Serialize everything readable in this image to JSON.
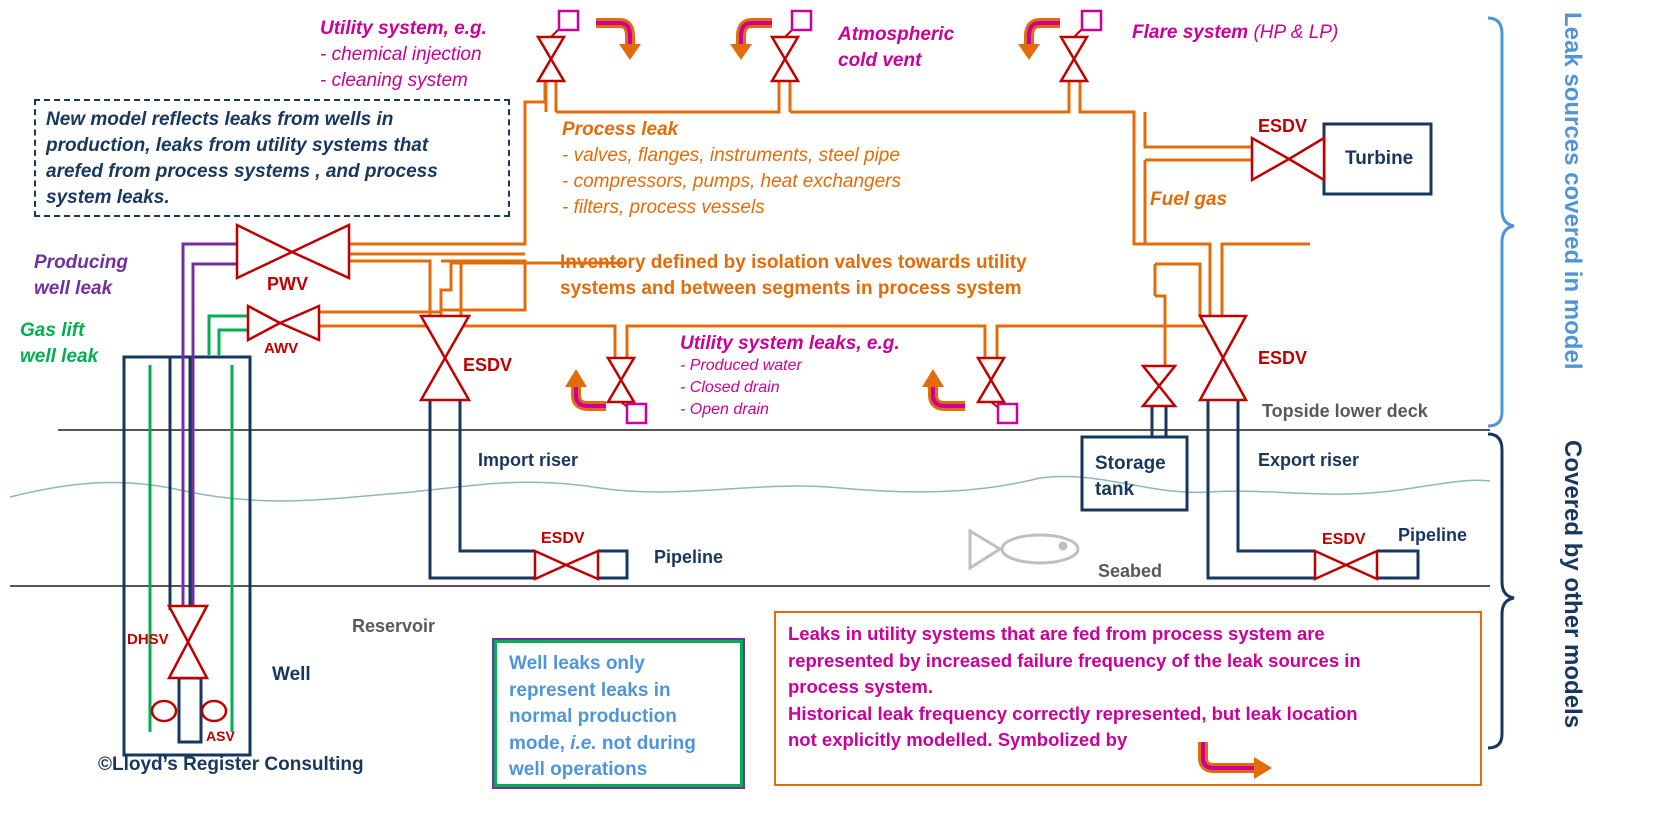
{
  "colors": {
    "process_pipe": "#e36c0a",
    "riser_pipe": "#17375e",
    "valve": "#c00000",
    "utility_text": "#cc0099",
    "producing_well": "#7030a0",
    "gas_lift": "#00b050",
    "brace_upper": "#4f95d8",
    "brace_lower": "#17375e"
  },
  "utility_top": {
    "title": "Utility system, e.g.",
    "items": [
      "- chemical  injection",
      "- cleaning  system"
    ]
  },
  "atmospheric_vent": {
    "line1": "Atmospheric",
    "line2": "cold vent"
  },
  "flare": {
    "title": "Flare system",
    "suffix": "(HP & LP)"
  },
  "note_box": {
    "line1": "New model reflects leaks from wells in",
    "line2": "production, leaks from utility systems that",
    "line3": "arefed from process systems , and process",
    "line4": "system leaks."
  },
  "process_leak": {
    "title": "Process leak",
    "items": [
      "- valves,  flanges,  instruments,  steel pipe",
      "- compressors,  pumps,  heat exchangers",
      "- filters,  process vessels"
    ]
  },
  "inventory": {
    "line1": "Inventory  defined  by isolation  valves towards utility",
    "line2": "systems and between segments in process system"
  },
  "utility_leaks": {
    "title": "Utility system leaks, e.g.",
    "items": [
      "- Produced water",
      "- Closed drain",
      "- Open drain"
    ]
  },
  "valves": {
    "esdv_turbine": "ESDV",
    "pwv": "PWV",
    "awv": "AWV",
    "esdv_import": "ESDV",
    "esdv_export": "ESDV",
    "esdv_pipeline_left": "ESDV",
    "esdv_pipeline_right": "ESDV",
    "dhsv": "DHSV",
    "asv": "ASV"
  },
  "turbine": "Turbine",
  "fuel_gas": "Fuel gas",
  "producing_well_leak": {
    "line1": "Producing",
    "line2": "well leak"
  },
  "gas_lift_leak": {
    "line1": "Gas lift",
    "line2": "well leak"
  },
  "topside_lower_deck": "Topside lower deck",
  "import_riser": "Import riser",
  "export_riser": "Export riser",
  "storage_tank": {
    "line1": "Storage",
    "line2": "tank"
  },
  "pipeline_left": "Pipeline",
  "pipeline_right": "Pipeline",
  "seabed": "Seabed",
  "reservoir": "Reservoir",
  "well": "Well",
  "copyright": "©Lloyd’s Register  Consulting",
  "well_leaks_box": {
    "line1": "Well  leaks only",
    "line2": "represent leaks in",
    "line3": "normal production",
    "line4_pre": "mode, ",
    "line4_em": "i.e.",
    "line4_post": " not during",
    "line5": "well operations"
  },
  "utility_explain_box": {
    "line1": "Leaks in  utility  systems that are fed from process system are",
    "line2": "represented by increased failure  frequency of the leak sources  in",
    "line3": "process system.",
    "line4": "Historical  leak frequency correctly represented, but leak location",
    "line5": "not explicitly  modelled.  Symbolized  by"
  },
  "side_labels": {
    "upper": "Leak sources covered in model",
    "lower": "Covered by other models"
  }
}
